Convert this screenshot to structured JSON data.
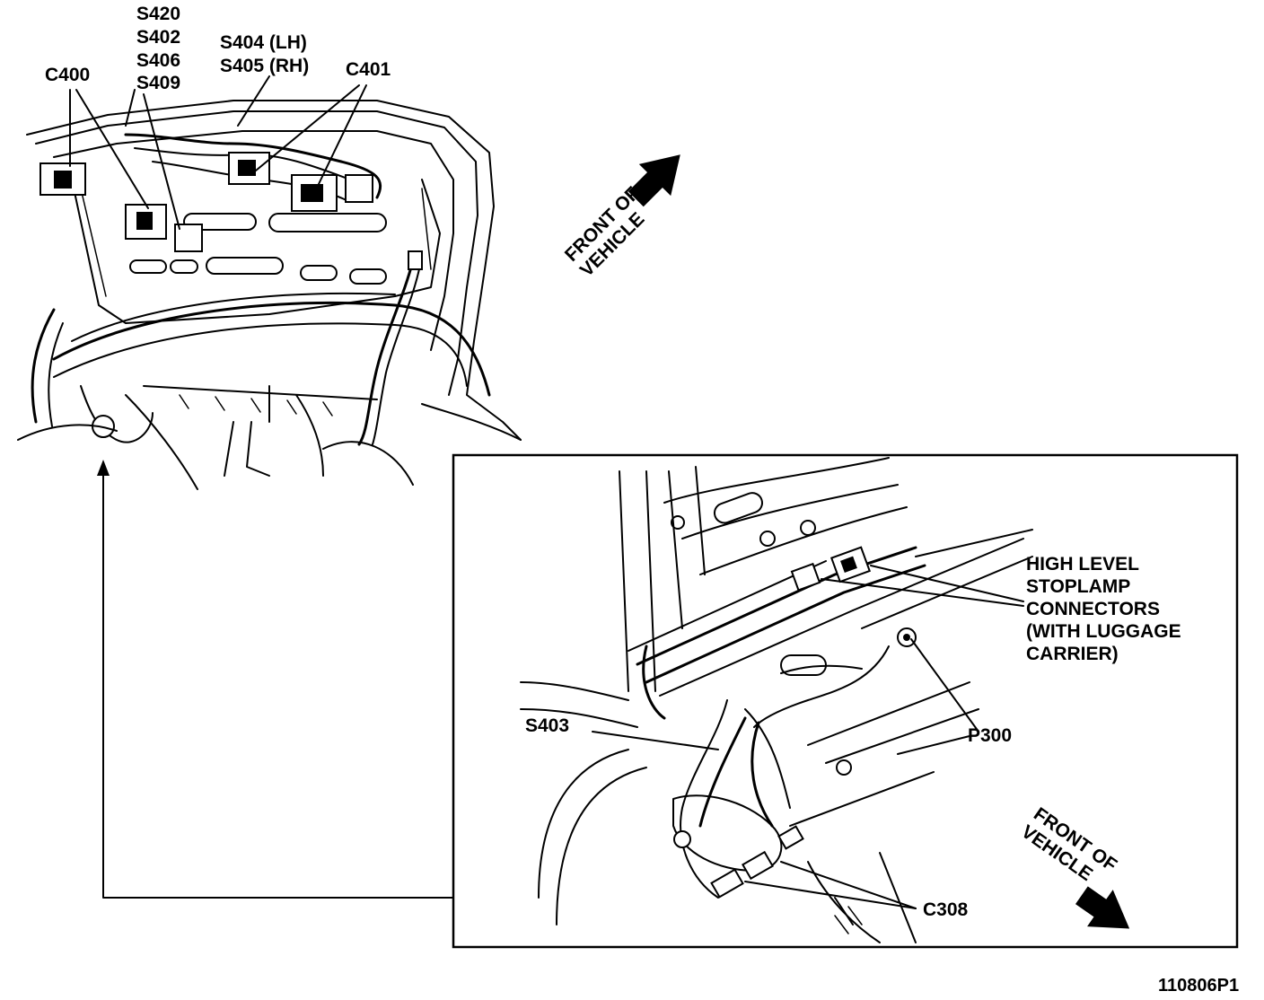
{
  "labels": {
    "s420": "S420",
    "s402": "S402",
    "s406": "S406",
    "s409": "S409",
    "s404": "S404 (LH)",
    "s405": "S405 (RH)",
    "c400": "C400",
    "c401": "C401",
    "front_top_1": "FRONT OF",
    "front_top_2": "VEHICLE",
    "stoplamp_1": "HIGH LEVEL",
    "stoplamp_2": "STOPLAMP",
    "stoplamp_3": "CONNECTORS",
    "stoplamp_4": "(WITH LUGGAGE",
    "stoplamp_5": "CARRIER)",
    "p300": "P300",
    "s403": "S403",
    "c308": "C308",
    "front_bot_1": "FRONT OF",
    "front_bot_2": "VEHICLE",
    "figure_id": "110806P1"
  }
}
